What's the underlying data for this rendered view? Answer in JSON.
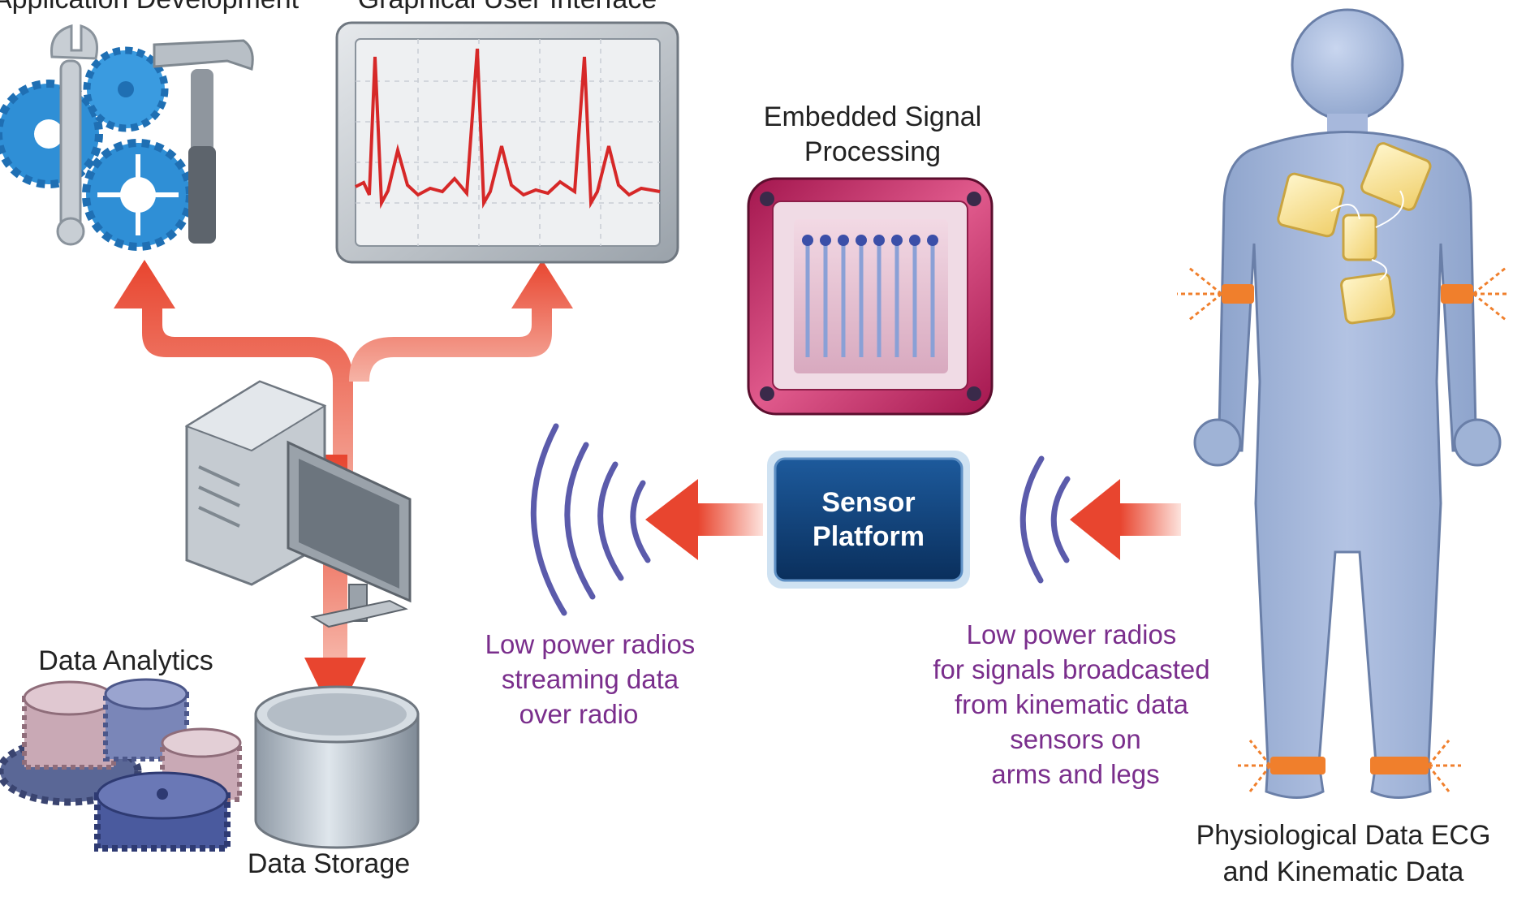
{
  "labels": {
    "app_dev": "Application Development",
    "gui": "Graphical User Interface",
    "esp_line1": "Embedded Signal",
    "esp_line2": "Processing",
    "data_analytics": "Data Analytics",
    "data_storage": "Data Storage",
    "physio_line1": "Physiological Data ECG",
    "physio_line2": "and Kinematic Data"
  },
  "sensor_platform": {
    "line1": "Sensor",
    "line2": "Platform"
  },
  "radio_left": {
    "line1": "Low power radios",
    "line2": "streaming data",
    "line3": "over radio"
  },
  "radio_right": {
    "line1": "Low power radios",
    "line2": "for signals broadcasted",
    "line3": "from kinematic data",
    "line4": "sensors on",
    "line5": "arms and legs"
  },
  "colors": {
    "arrow_red": "#e8452f",
    "radio_text": "#7a2e8c",
    "body_blue": "#9fb3d6",
    "gear_blue": "#2f8fd6",
    "sensor_navy": "#0e3f7a",
    "chip_frame": "#c2185b",
    "band_orange": "#f07f2c"
  },
  "icons": [
    "tools-gears-icon",
    "ecg-monitor-icon",
    "chip-icon",
    "computer-icon",
    "database-icon",
    "gears-icon",
    "human-figure-icon",
    "wireless-waves-icon"
  ]
}
